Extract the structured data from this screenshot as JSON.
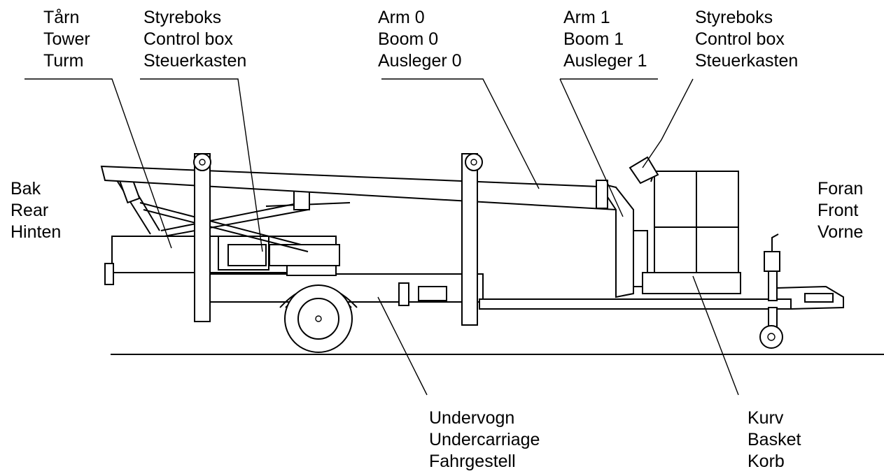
{
  "labels": {
    "tower": [
      "Tårn",
      "Tower",
      "Turm"
    ],
    "control_box_1": [
      "Styreboks",
      "Control box",
      "Steuerkasten"
    ],
    "boom_0": [
      "Arm 0",
      "Boom 0",
      "Ausleger 0"
    ],
    "boom_1": [
      "Arm 1",
      "Boom 1",
      "Ausleger 1"
    ],
    "control_box_2": [
      "Styreboks",
      "Control box",
      "Steuerkasten"
    ],
    "rear": [
      "Bak",
      "Rear",
      "Hinten"
    ],
    "front": [
      "Foran",
      "Front",
      "Vorne"
    ],
    "undercarriage": [
      "Undervogn",
      "Undercarriage",
      "Fahrgestell"
    ],
    "basket": [
      "Kurv",
      "Basket",
      "Korb"
    ]
  }
}
